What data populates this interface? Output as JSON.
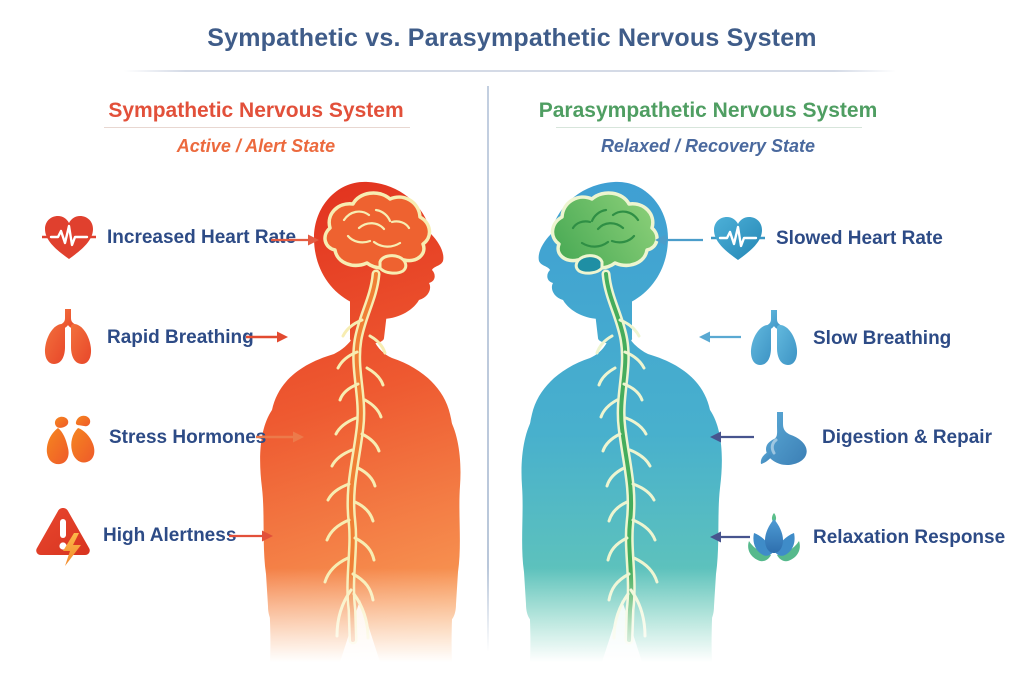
{
  "title": "Sympathetic vs. Parasympathetic Nervous System",
  "title_color": "#3f5c89",
  "label_text_color": "#2d4b86",
  "left_panel": {
    "header": "Sympathetic Nervous System",
    "subheader": "Active / Alert State",
    "header_color": "#e2503a",
    "subheader_color": "#ec6a3e",
    "figure": "human silhouette facing right with brain and spinal nerves highlighted",
    "figure_gradient": [
      "#e2331f",
      "#f9a159"
    ],
    "nerve_color": "#f7edb2",
    "items": [
      {
        "icon": "heartbeat-icon",
        "label": "Increased Heart Rate",
        "arrow": "right",
        "arrow_color": "#e45c42"
      },
      {
        "icon": "lungs-icon",
        "label": "Rapid Breathing",
        "arrow": "right",
        "arrow_color": "#e24a30"
      },
      {
        "icon": "adrenal-glands-icon",
        "label": "Stress Hormones",
        "arrow": "right",
        "arrow_color": "#ec7a4a"
      },
      {
        "icon": "alert-triangle-icon",
        "label": "High Alertness",
        "arrow": "right",
        "arrow_color": "#e2503a"
      }
    ]
  },
  "right_panel": {
    "header": "Parasympathetic Nervous System",
    "subheader": "Relaxed / Recovery State",
    "header_color": "#4f9e62",
    "subheader_color": "#4a699e",
    "figure": "human silhouette facing left with green brain and spinal nerves highlighted",
    "figure_gradient": [
      "#3f9fd3",
      "#68cbb4"
    ],
    "nerve_color": "#eef5d0",
    "items": [
      {
        "icon": "heartbeat-icon",
        "label": "Slowed Heart Rate",
        "arrow": "left",
        "arrow_color": "#4b9dca"
      },
      {
        "icon": "lungs-icon",
        "label": "Slow Breathing",
        "arrow": "left",
        "arrow_color": "#5aa9d2"
      },
      {
        "icon": "stomach-icon",
        "label": "Digestion & Repair",
        "arrow": "left",
        "arrow_color": "#47548e"
      },
      {
        "icon": "lotus-icon",
        "label": "Relaxation Response",
        "arrow": "left",
        "arrow_color": "#47548e"
      }
    ]
  }
}
